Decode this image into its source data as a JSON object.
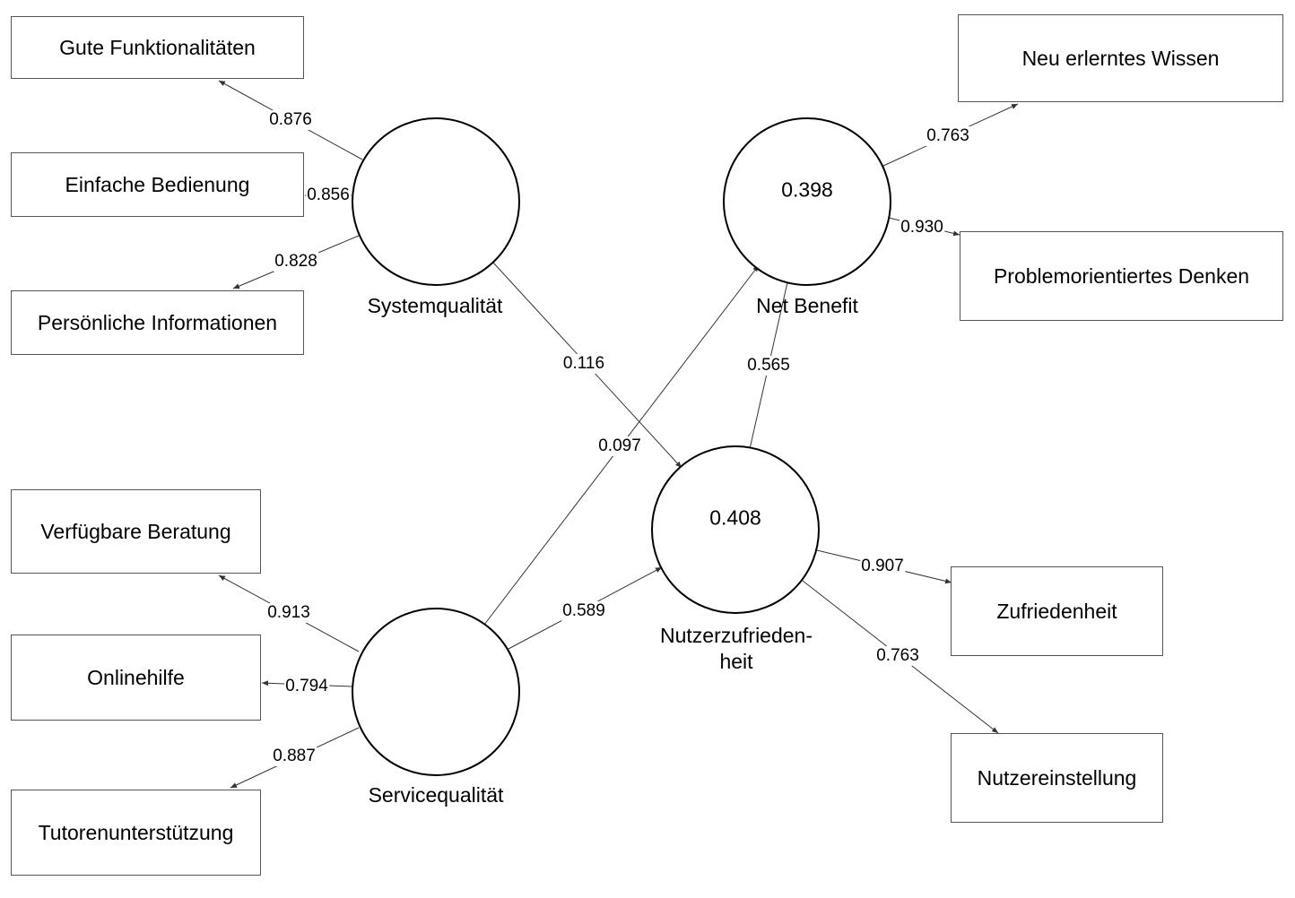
{
  "indicators": {
    "gute_funktionalitaeten": "Gute Funktionalitäten",
    "einfache_bedienung": "Einfache Bedienung",
    "persoenliche_informationen": "Persönliche Informationen",
    "verfuegbare_beratung": "Verfügbare Beratung",
    "onlinehilfe": "Onlinehilfe",
    "tutorenunterstuetzung": "Tutorenunterstützung",
    "neu_erlerntes_wissen": "Neu erlerntes Wissen",
    "problemorientiertes_denken": "Problemorientiertes Denken",
    "zufriedenheit": "Zufriedenheit",
    "nutzereinstellung": "Nutzereinstellung"
  },
  "constructs": {
    "systemqualitaet": {
      "label": "Systemqualität"
    },
    "servicequalitaet": {
      "label": "Servicequalität"
    },
    "net_benefit": {
      "label": "Net Benefit",
      "r2": "0.398"
    },
    "nutzerzufriedenheit": {
      "label_line1": "Nutzerzufrieden-",
      "label_line2": "heit",
      "r2": "0.408"
    }
  },
  "loadings": {
    "gute_funktionalitaeten": "0.876",
    "einfache_bedienung": "0.856",
    "persoenliche_informationen": "0.828",
    "verfuegbare_beratung": "0.913",
    "onlinehilfe": "0.794",
    "tutorenunterstuetzung": "0.887",
    "neu_erlerntes_wissen": "0.763",
    "problemorientiertes_denken": "0.930",
    "zufriedenheit": "0.907",
    "nutzereinstellung": "0.763"
  },
  "paths": {
    "system_to_zufriedenheit": "0.116",
    "service_to_netbenefit": "0.097",
    "service_to_zufriedenheit": "0.589",
    "zufriedenheit_to_netbenefit": "0.565"
  },
  "colors": {
    "line": "#333333",
    "box_border": "#555555"
  }
}
